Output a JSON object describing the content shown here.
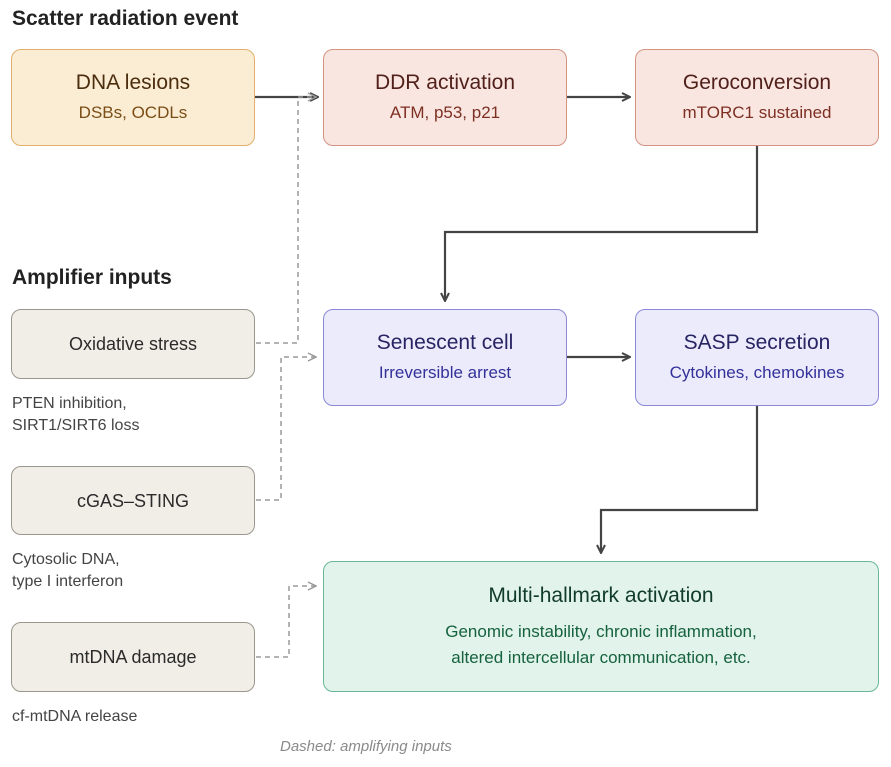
{
  "sections": {
    "scatter_title": "Scatter radiation event",
    "amplifier_title": "Amplifier inputs"
  },
  "nodes": {
    "dna_lesions": {
      "title": "DNA lesions",
      "subtitle": "DSBs, OCDLs"
    },
    "ddr_activation": {
      "title": "DDR activation",
      "subtitle": "ATM, p53, p21"
    },
    "geroconversion": {
      "title": "Geroconversion",
      "subtitle": "mTORC1 sustained"
    },
    "senescent_cell": {
      "title": "Senescent cell",
      "subtitle": "Irreversible arrest"
    },
    "sasp_secretion": {
      "title": "SASP secretion",
      "subtitle": "Cytokines, chemokines"
    },
    "multi_hallmark": {
      "title": "Multi-hallmark activation",
      "subtitle_line1": "Genomic instability, chronic inflammation,",
      "subtitle_line2": "altered intercellular communication, etc."
    }
  },
  "amplifiers": {
    "oxidative_stress": {
      "label": "Oxidative stress",
      "note_line1": "PTEN inhibition,",
      "note_line2": "SIRT1/SIRT6 loss"
    },
    "cgas_sting": {
      "label": "cGAS–STING",
      "note_line1": "Cytosolic DNA,",
      "note_line2": "type I interferon"
    },
    "mtdna_damage": {
      "label": "mtDNA damage",
      "note_line1": "cf-mtDNA release"
    }
  },
  "footer": "Dashed: amplifying inputs",
  "colors": {
    "arrow": "#444444",
    "dashed": "#9a9a9a",
    "orange_fill": "#fbecd4",
    "red_fill": "#f9e6e1",
    "purple_fill": "#ebebfb",
    "green_fill": "#e1f3ea",
    "grey_fill": "#f1eee7"
  }
}
